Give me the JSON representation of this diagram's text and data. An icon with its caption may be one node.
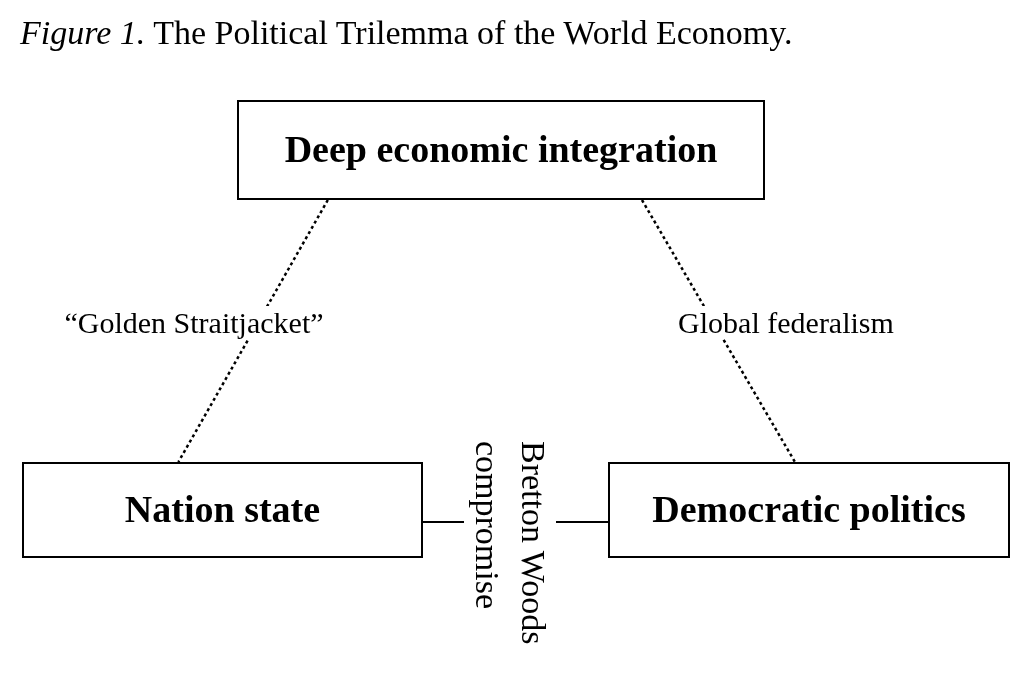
{
  "diagram": {
    "title": "*Figure 1.* The Political Trilemma of the World Economy.",
    "nodes": [
      {
        "text": [
          "Deep economic integration"
        ]
      },
      {
        "text": [
          "Nation state"
        ]
      },
      {
        "text": [
          "Democratic politics"
        ]
      }
    ],
    "edges": [
      {
        "from": 0,
        "to": 1,
        "arrow": "none",
        "label": "“Golden Straitjacket”",
        "style": "dashed"
      },
      {
        "from": 0,
        "to": 2,
        "arrow": "none",
        "label": "Global federalism",
        "style": "dashed"
      },
      {
        "from": 1,
        "to": 2,
        "arrow": "none",
        "label": "Bretton Woods compromise"
      }
    ]
  }
}
